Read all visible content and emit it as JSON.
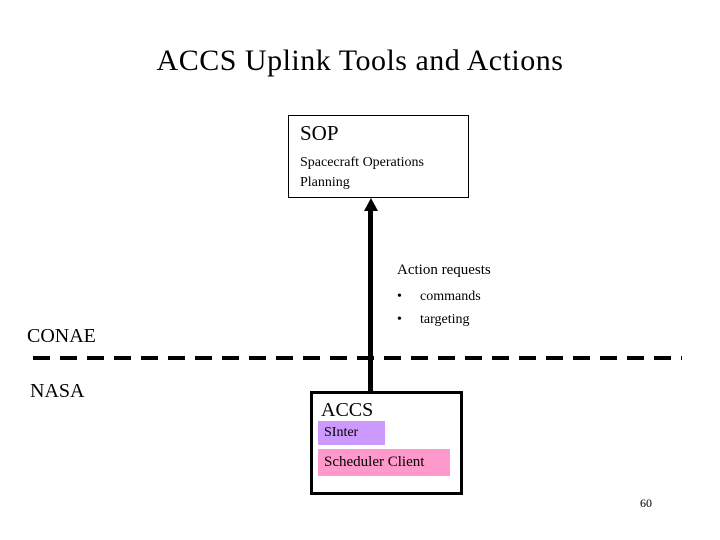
{
  "slide": {
    "title": "ACCS Uplink Tools and Actions",
    "page_number": "60"
  },
  "sop_box": {
    "title": "SOP",
    "subtitle": "Spacecraft Operations Planning"
  },
  "annotation": {
    "heading": "Action requests",
    "bullet_char": "•",
    "bullets": [
      "commands",
      "targeting"
    ]
  },
  "regions": {
    "top_label": "CONAE",
    "bottom_label": "NASA"
  },
  "accs_box": {
    "title": "ACCS",
    "components": [
      {
        "label": "SInter",
        "color": "#cc99ff"
      },
      {
        "label": "Scheduler Client",
        "color": "#ff99cc"
      }
    ]
  },
  "colors": {
    "background": "#ffffff",
    "text": "#000000",
    "line": "#000000"
  }
}
